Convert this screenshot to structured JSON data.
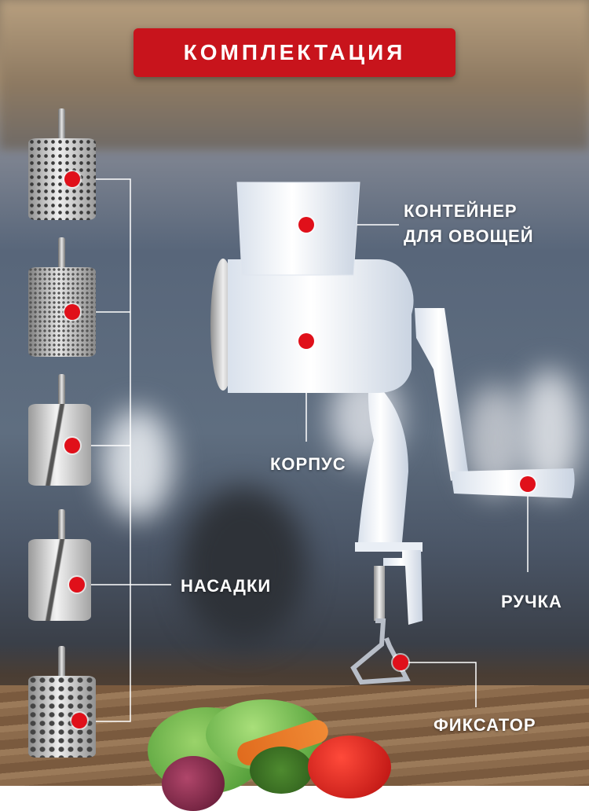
{
  "title": "КОМПЛЕКТАЦИЯ",
  "labels": {
    "container_line1": "КОНТЕЙНЕР",
    "container_line2": "ДЛЯ ОВОЩЕЙ",
    "body": "КОРПУС",
    "attachments": "НАСАДКИ",
    "handle": "РУЧКА",
    "clamp": "ФИКСАТОР"
  },
  "colors": {
    "accent": "#c8141c",
    "marker": "#e0101a",
    "text": "#ffffff"
  },
  "icons": [
    "drum-grater-coarse",
    "drum-grater-fine",
    "drum-slicer",
    "drum-spiral-slicer",
    "drum-grater-large"
  ]
}
